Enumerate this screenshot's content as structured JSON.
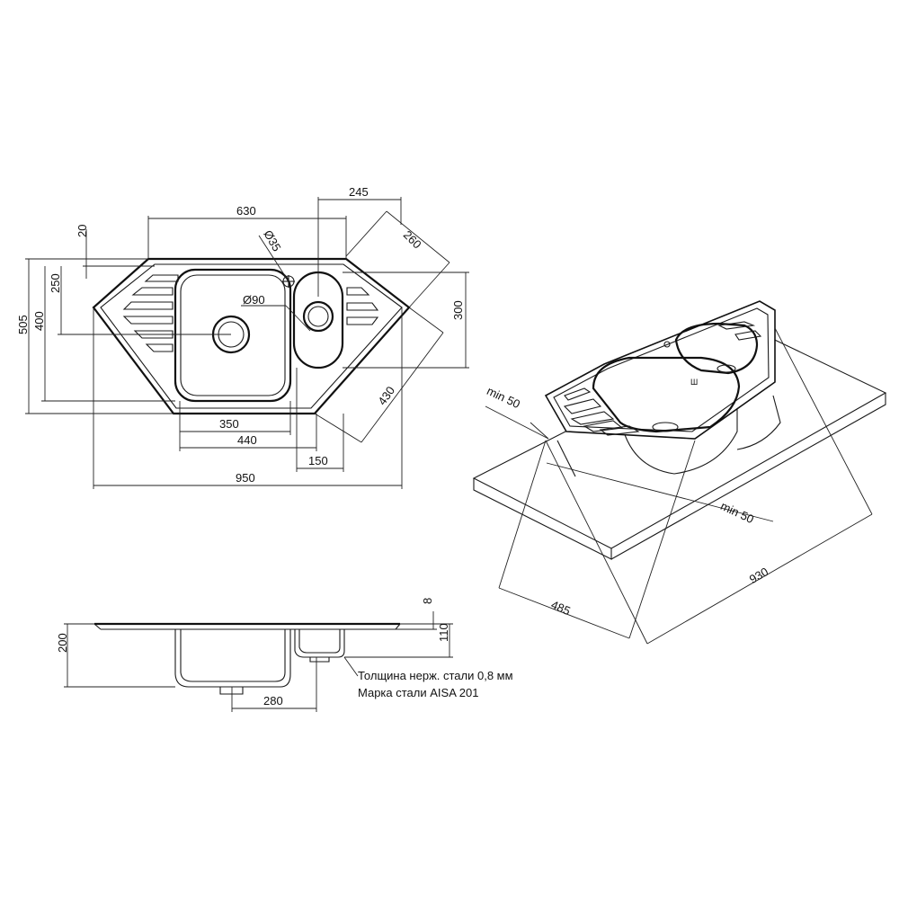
{
  "drawing": {
    "top_view_dims": {
      "d630": "630",
      "d245": "245",
      "d260": "260",
      "d20": "20",
      "d35": "Ø35",
      "d90": "Ø90",
      "d250": "250",
      "d400": "400",
      "d505": "505",
      "d300": "300",
      "d430": "430",
      "d350": "350",
      "d440": "440",
      "d150": "150",
      "d950": "950"
    },
    "iso_view_dims": {
      "min50a": "min 50",
      "min50b": "min 50",
      "d485": "485",
      "d930": "930"
    },
    "side_view_dims": {
      "d8": "8",
      "d110": "110",
      "d200": "200",
      "d280": "280"
    },
    "notes": {
      "line1": "Толщина нерж. стали 0,8 мм",
      "line2": "Марка стали AISA 201"
    }
  }
}
